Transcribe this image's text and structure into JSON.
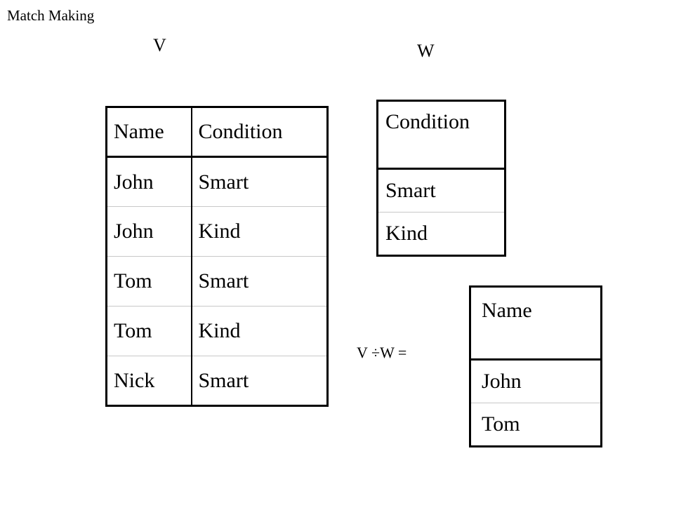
{
  "slide": {
    "title": "Match Making",
    "label_v": "V",
    "label_w": "W",
    "equation": "V ÷W ="
  },
  "table_v": {
    "headers": [
      "Name",
      "Condition"
    ],
    "rows": [
      [
        "John",
        "Smart"
      ],
      [
        "John",
        "Kind"
      ],
      [
        "Tom",
        "Smart"
      ],
      [
        "Tom",
        "Kind"
      ],
      [
        "Nick",
        "Smart"
      ]
    ]
  },
  "table_w": {
    "header": "Condition",
    "rows": [
      "Smart",
      "Kind"
    ]
  },
  "table_result": {
    "header": "Name",
    "rows": [
      "John",
      "Tom"
    ]
  }
}
